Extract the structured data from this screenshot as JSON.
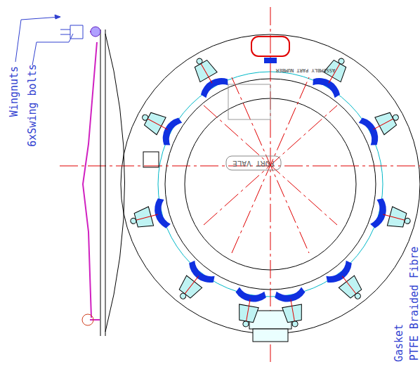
{
  "diagram": {
    "labels": [
      "Wingnuts",
      "6xSwing bolts",
      "Gasket",
      "PTFE Braided Fibre",
      "FORT VALE",
      "ASSEMBLY PART NUMBER"
    ]
  }
}
